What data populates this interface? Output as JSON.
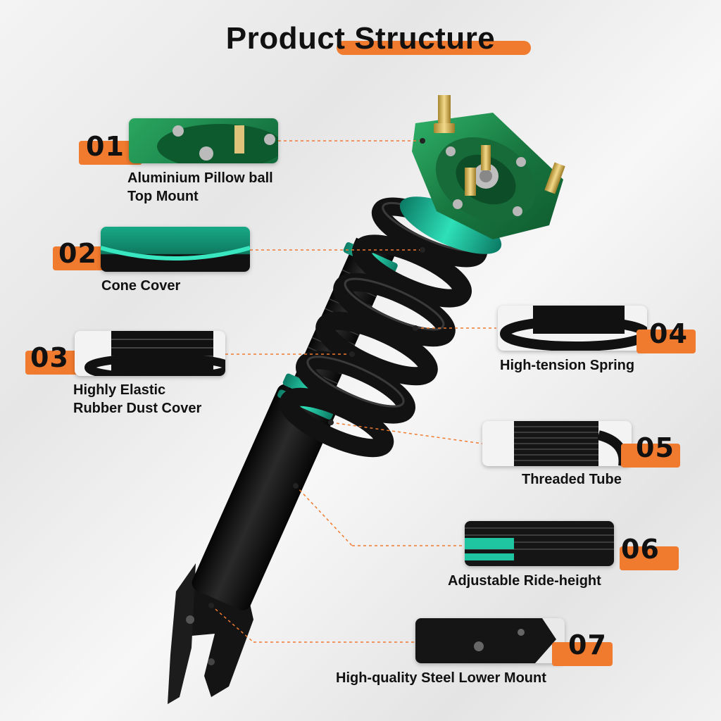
{
  "title": {
    "part1": "Product",
    "part2": "Structure",
    "accent_color": "#f07a2e"
  },
  "components": [
    {
      "number": "01",
      "label_lines": [
        "Aluminium Pillow ball",
        "Top Mount"
      ]
    },
    {
      "number": "02",
      "label_lines": [
        "Cone Cover"
      ]
    },
    {
      "number": "03",
      "label_lines": [
        "Highly Elastic",
        "Rubber Dust Cover"
      ]
    },
    {
      "number": "04",
      "label_lines": [
        "High-tension Spring"
      ]
    },
    {
      "number": "05",
      "label_lines": [
        "Threaded Tube"
      ]
    },
    {
      "number": "06",
      "label_lines": [
        "Adjustable Ride-height"
      ]
    },
    {
      "number": "07",
      "label_lines": [
        "High-quality Steel Lower Mount"
      ]
    }
  ],
  "colors": {
    "mount_green": "#1f8a4c",
    "teal_accent": "#1fc4a0",
    "spring_black": "#151515",
    "leader_line": "#f07a2e"
  }
}
